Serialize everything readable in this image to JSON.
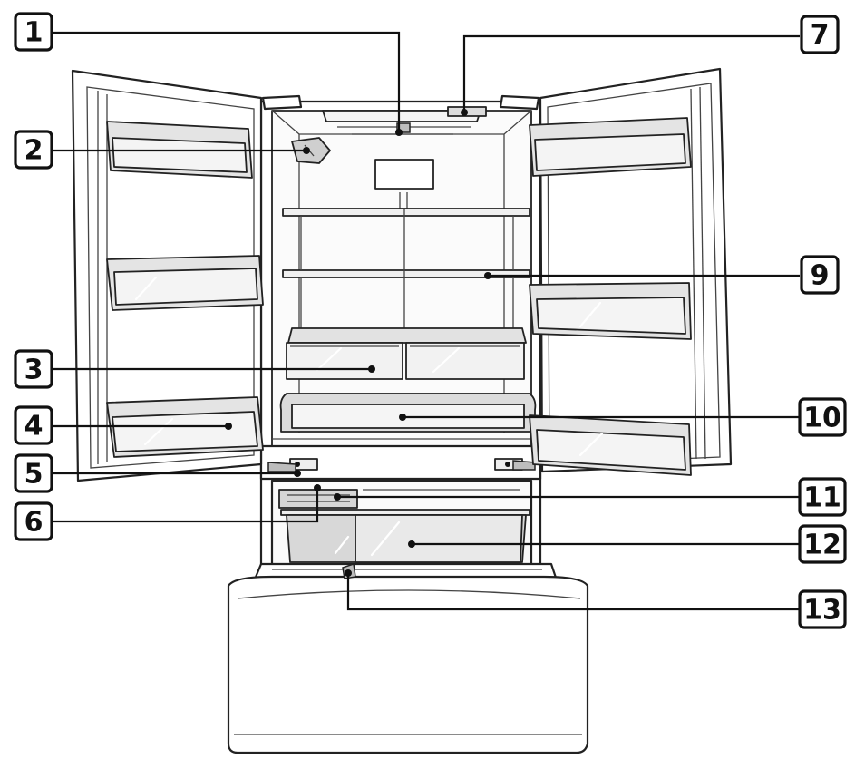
{
  "callouts": [
    {
      "id": "callout-1",
      "number": "1"
    },
    {
      "id": "callout-2",
      "number": "2"
    },
    {
      "id": "callout-3",
      "number": "3"
    },
    {
      "id": "callout-4",
      "number": "4"
    },
    {
      "id": "callout-5",
      "number": "5"
    },
    {
      "id": "callout-6",
      "number": "6"
    },
    {
      "id": "callout-7",
      "number": "7"
    },
    {
      "id": "callout-9",
      "number": "9"
    },
    {
      "id": "callout-10",
      "number": "10"
    },
    {
      "id": "callout-11",
      "number": "11"
    },
    {
      "id": "callout-12",
      "number": "12"
    },
    {
      "id": "callout-13",
      "number": "13"
    }
  ]
}
